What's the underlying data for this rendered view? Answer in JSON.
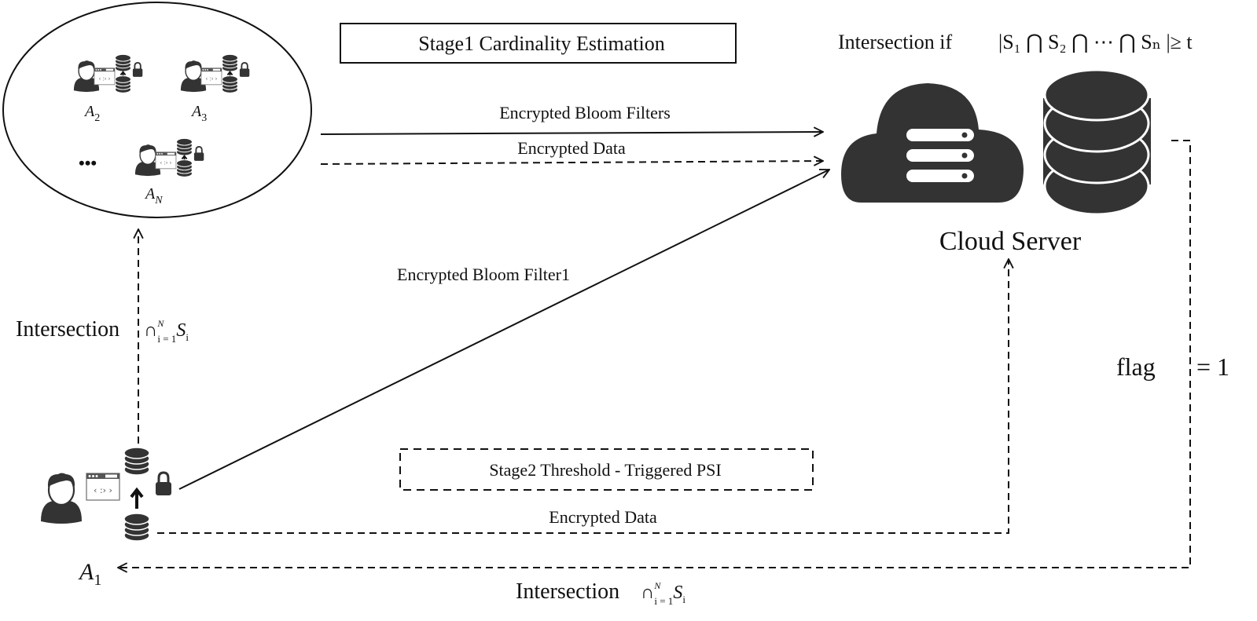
{
  "stage1": {
    "label": "Stage1 Cardinality Estimation"
  },
  "stage2": {
    "label": "Stage2 Threshold - Triggered PSI"
  },
  "server": {
    "label": "Cloud Server",
    "condition_prefix": "Intersection if",
    "condition_formula": "|S₁ ⋂ S₂ ⋂ ⋯ ⋂ Sₙ |≥ t"
  },
  "participants": {
    "group": [
      {
        "name": "A",
        "sub": "2"
      },
      {
        "name": "A",
        "sub": "3"
      },
      {
        "name": "A",
        "sub": "N"
      }
    ],
    "ellipsis": "•••",
    "initiator": {
      "name": "A",
      "sub": "1"
    }
  },
  "flows": {
    "bloom_filters": "Encrypted Bloom Filters",
    "encrypted_data_top": "Encrypted Data",
    "bloom_filter1": "Encrypted Bloom Filter1",
    "encrypted_data_bottom": "Encrypted Data",
    "flag": "flag",
    "flag_value": "= 1",
    "intersection_left": "Intersection",
    "intersection_bottom": "Intersection",
    "cap": "∩",
    "sup": "N",
    "lower": "i = 1",
    "set": "S",
    "set_sub": "i"
  },
  "colors": {
    "icon": "#333333",
    "line": "#111111"
  }
}
